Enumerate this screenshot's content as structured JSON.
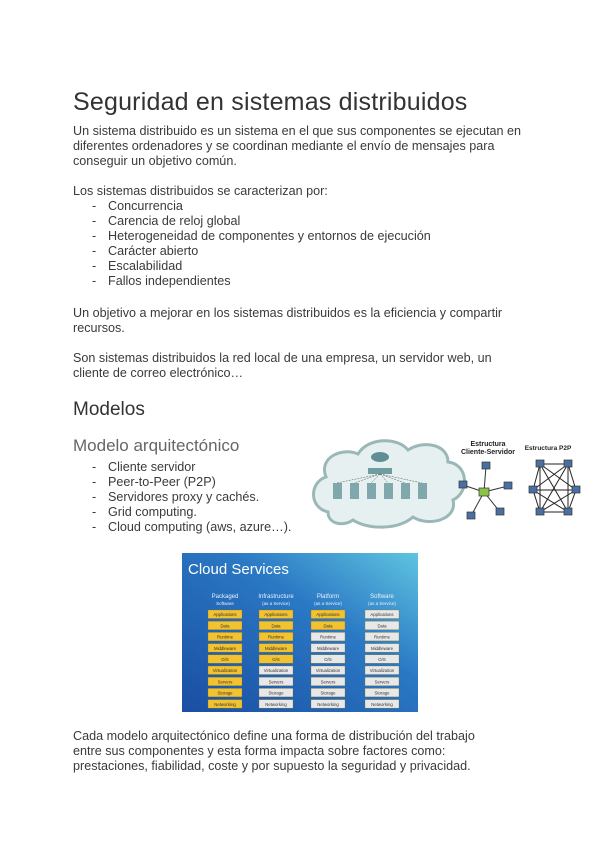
{
  "title": "Seguridad en sistemas distribuidos",
  "intro": [
    "Un sistema distribuido es un sistema en el que sus componentes se ejecutan en",
    "diferentes ordenadores y se coordinan mediante el envío de mensajes para",
    "conseguir un objetivo común."
  ],
  "characteristics_intro": "Los sistemas distribuidos se caracterizan por:",
  "characteristics": [
    "Concurrencia",
    "Carencia de reloj global",
    "Heterogeneidad de componentes y entornos de ejecución",
    "Carácter abierto",
    "Escalabilidad",
    "Fallos independientes"
  ],
  "objective": [
    "Un objetivo a mejorar en los sistemas distribuidos es la eficiencia y compartir",
    "recursos."
  ],
  "examples": [
    "Son sistemas distribuidos la red local de una empresa, un servidor web, un",
    "cliente de correo electrónico…"
  ],
  "models_heading": "Modelos",
  "arch_heading": "Modelo arquitectónico",
  "arch_models": [
    "Cliente servidor",
    "Peer-to-Peer (P2P)",
    "Servidores proxy y cachés.",
    "Grid computing.",
    "Cloud computing (aws, azure…)."
  ],
  "figure_network": {
    "client_server_label": [
      "Estructura",
      "Cliente-Servidor"
    ],
    "p2p_label": "Estructura P2P"
  },
  "figure_cloud": {
    "title": "Cloud Services",
    "colors": {
      "managed_by_you": "#f2c230",
      "managed_by_vendor": "#e8e8e8",
      "background": "#1f5fb0"
    },
    "layers": [
      "Applications",
      "Data",
      "Runtime",
      "Middleware",
      "O/S",
      "Virtualization",
      "Servers",
      "Storage",
      "Networking"
    ],
    "columns": [
      {
        "header": [
          "Packaged",
          "Software"
        ],
        "managed_by_you_count": 9
      },
      {
        "header": [
          "Infrastructure",
          "(as a Service)"
        ],
        "managed_by_you_count": 5
      },
      {
        "header": [
          "Platform",
          "(as a Service)"
        ],
        "managed_by_you_count": 2
      },
      {
        "header": [
          "Software",
          "(as a Service)"
        ],
        "managed_by_you_count": 0
      }
    ]
  },
  "conclusion": [
    "Cada modelo arquitectónico define una forma de distribución del trabajo",
    "entre sus componentes y esta forma impacta sobre factores como:",
    "prestaciones, fiabilidad, coste y por supuesto la seguridad y privacidad."
  ]
}
